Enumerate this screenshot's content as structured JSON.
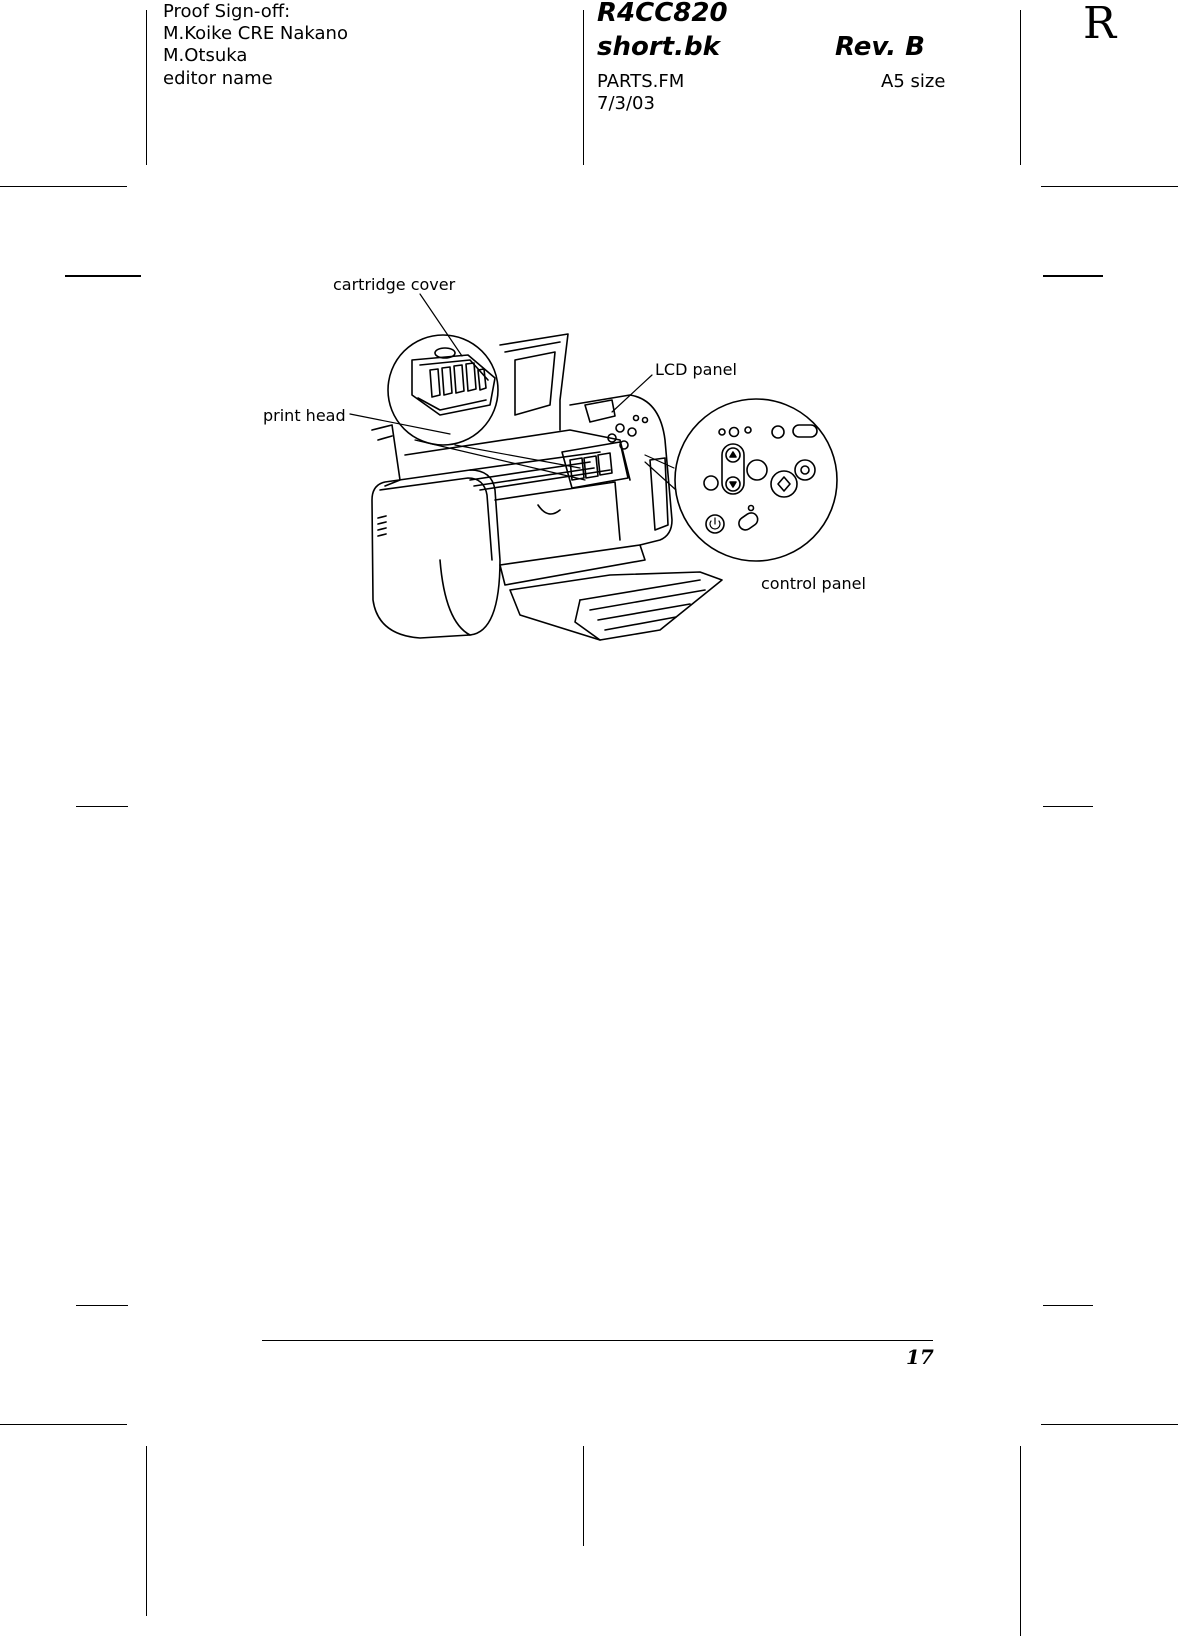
{
  "header": {
    "proof_lines": [
      "Proof Sign-off:",
      "M.Koike CRE Nakano",
      "M.Otsuka",
      "editor name"
    ],
    "doc_code": "R4CC820",
    "book": "short.bk",
    "revision": "Rev. B",
    "file": "PARTS.FM",
    "size": "A5 size",
    "date": "7/3/03",
    "side_mark": "R"
  },
  "figure": {
    "labels": {
      "cartridge_cover": "cartridge cover",
      "lcd_panel": "LCD panel",
      "print_head": "print head",
      "control_panel": "control panel"
    }
  },
  "footer": {
    "page_number": "17"
  }
}
